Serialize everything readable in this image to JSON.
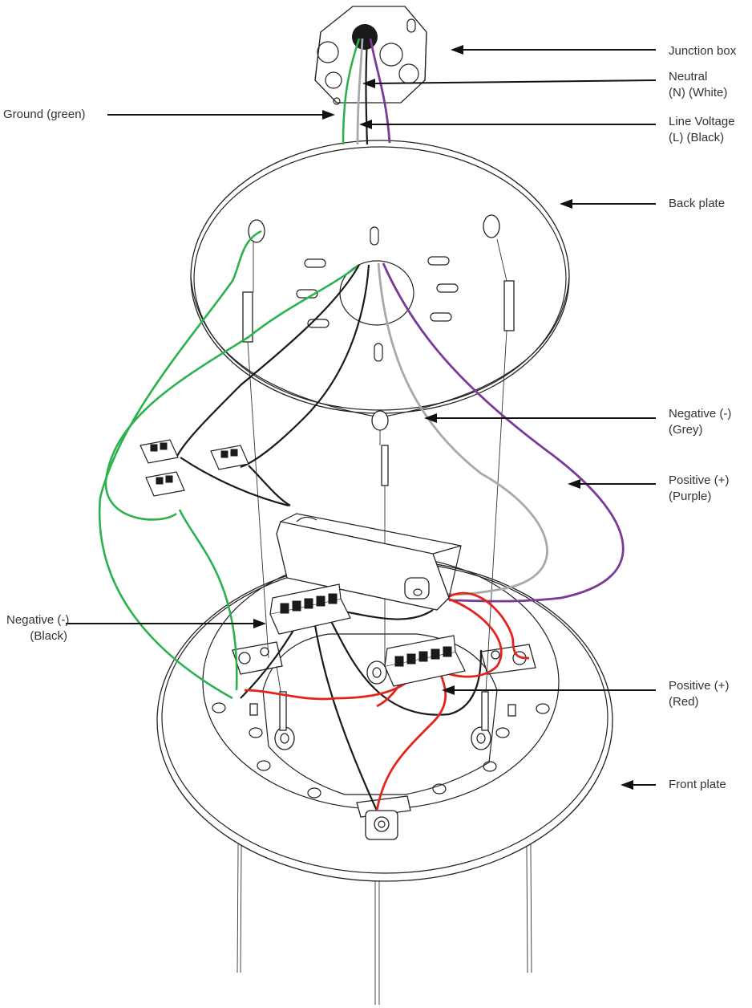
{
  "labels": {
    "junction_box": "Junction box",
    "neutral_line1": "Neutral",
    "neutral_line2": "(N) (White)",
    "ground": "Ground (green)",
    "line_voltage_line1": "Line Voltage",
    "line_voltage_line2": "(L) (Black)",
    "back_plate": "Back plate",
    "negative_grey_line1": "Negative (-)",
    "negative_grey_line2": "(Grey)",
    "positive_purple_line1": "Positive (+)",
    "positive_purple_line2": "(Purple)",
    "negative_black_line1": "Negative (-)",
    "negative_black_line2": "(Black)",
    "positive_red_line1": "Positive (+)",
    "positive_red_line2": "(Red)",
    "front_plate": "Front plate"
  },
  "colors": {
    "ground_wire": "#2bb24c",
    "neutral_wire": "#a9a9a9",
    "line_wire": "#1a1a1a",
    "negative_grey_wire": "#a9a9a9",
    "positive_purple_wire": "#7a3a98",
    "negative_black_wire": "#1a1a1a",
    "positive_red_wire": "#e3241b",
    "label_text": "#333333"
  }
}
